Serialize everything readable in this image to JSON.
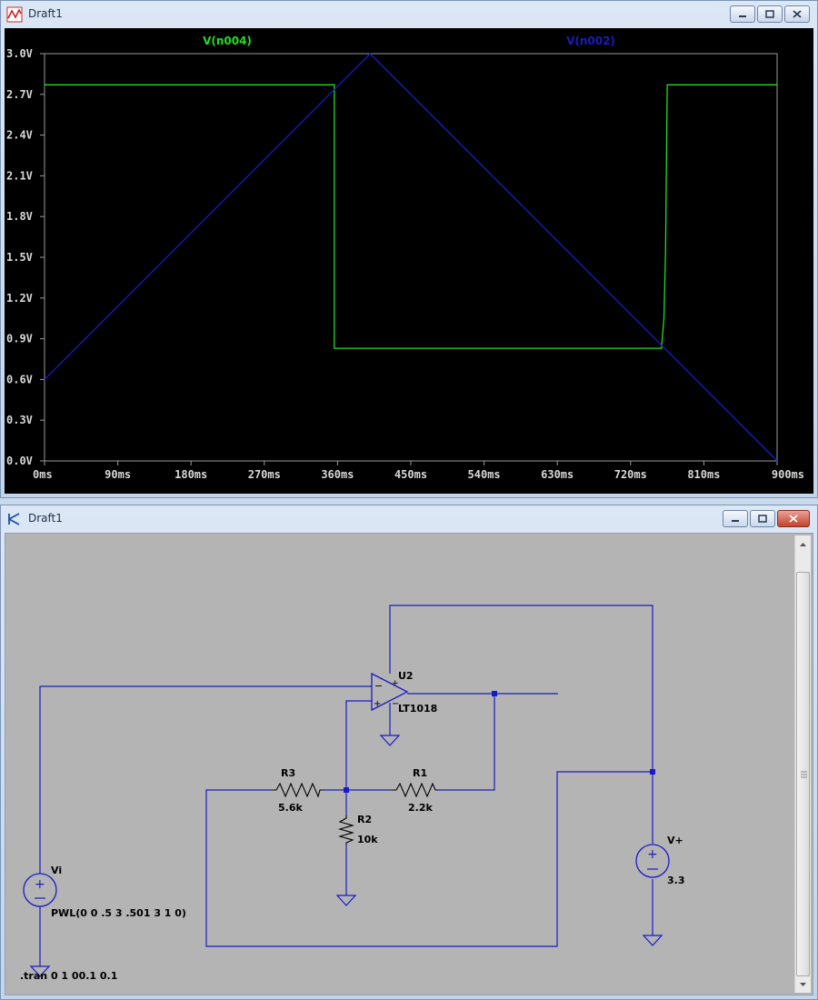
{
  "plot_window": {
    "title": "Draft1",
    "chart_data": {
      "type": "line",
      "title": "",
      "xlabel": "",
      "ylabel": "",
      "xlim": [
        0,
        900
      ],
      "ylim": [
        0.0,
        3.0
      ],
      "x_ticks": [
        "0ms",
        "90ms",
        "180ms",
        "270ms",
        "360ms",
        "450ms",
        "540ms",
        "630ms",
        "720ms",
        "810ms",
        "900ms"
      ],
      "y_ticks": [
        "0.0V",
        "0.3V",
        "0.6V",
        "0.9V",
        "1.2V",
        "1.5V",
        "1.8V",
        "2.1V",
        "2.4V",
        "2.7V",
        "3.0V"
      ],
      "grid": false,
      "series": [
        {
          "name": "V(n004)",
          "color": "#22dd22",
          "x": [
            0,
            356,
            356,
            758,
            761,
            763,
            765,
            765,
            900
          ],
          "y": [
            2.77,
            2.77,
            0.83,
            0.83,
            1.05,
            1.55,
            2.77,
            2.77,
            2.77
          ]
        },
        {
          "name": "V(n002)",
          "color": "#1a1ac8",
          "x": [
            0,
            400,
            900
          ],
          "y": [
            0.6,
            3.0,
            0.0
          ]
        }
      ]
    }
  },
  "schematic_window": {
    "title": "Draft1",
    "components": {
      "U2": {
        "name": "U2",
        "model": "LT1018"
      },
      "R1": {
        "name": "R1",
        "value": "2.2k"
      },
      "R2": {
        "name": "R2",
        "value": "10k"
      },
      "R3": {
        "name": "R3",
        "value": "5.6k"
      },
      "Vi": {
        "name": "Vi",
        "value": "PWL(0 0 .5 3 .501 3 1 0)"
      },
      "Vplus": {
        "name": "V+",
        "value": "3.3"
      }
    },
    "directive": ".tran 0 1 00.1 0.1",
    "wire_color": "#1a1ac8"
  }
}
